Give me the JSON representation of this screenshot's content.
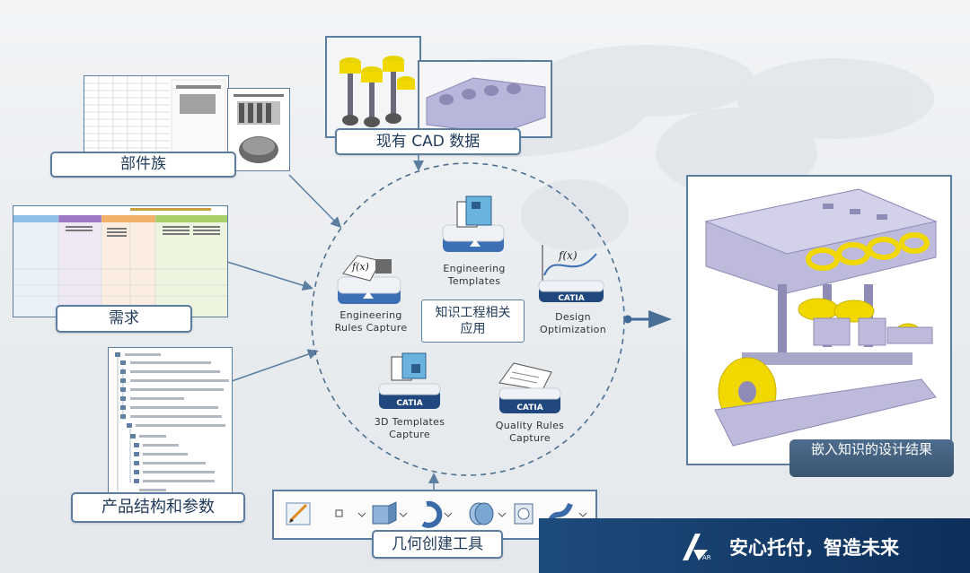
{
  "labels": {
    "part_family": "部件族",
    "cad_data": "现有 CAD 数据",
    "requirements": "需求",
    "product_structure": "产品结构和参数",
    "geometry_tools": "几何创建工具",
    "embedded_result": "嵌入知识的设计结果",
    "center": "知识工程相关应用"
  },
  "apps": {
    "engineering_rules": "Engineering Rules Capture",
    "engineering_templates": "Engineering Templates",
    "design_optimization": "Design Optimization",
    "templates_3d": "3D Templates Capture",
    "quality_rules": "Quality Rules Capture",
    "catia_badge": "CATIA",
    "fx": "f(x)"
  },
  "footer": {
    "slogan": "安心托付，智造未来",
    "logo_glyph": "AR"
  },
  "colors": {
    "accent_blue": "#5b7da0",
    "navy": "#1d4b7c",
    "engine_purple": "#b9b6d6",
    "engine_yellow": "#f1d800"
  },
  "icons": [
    "sketch-icon",
    "point-icon",
    "extrude-icon",
    "revolve-icon",
    "sweep-icon",
    "shell-icon",
    "pipe-icon",
    "chevron-down-icon"
  ]
}
